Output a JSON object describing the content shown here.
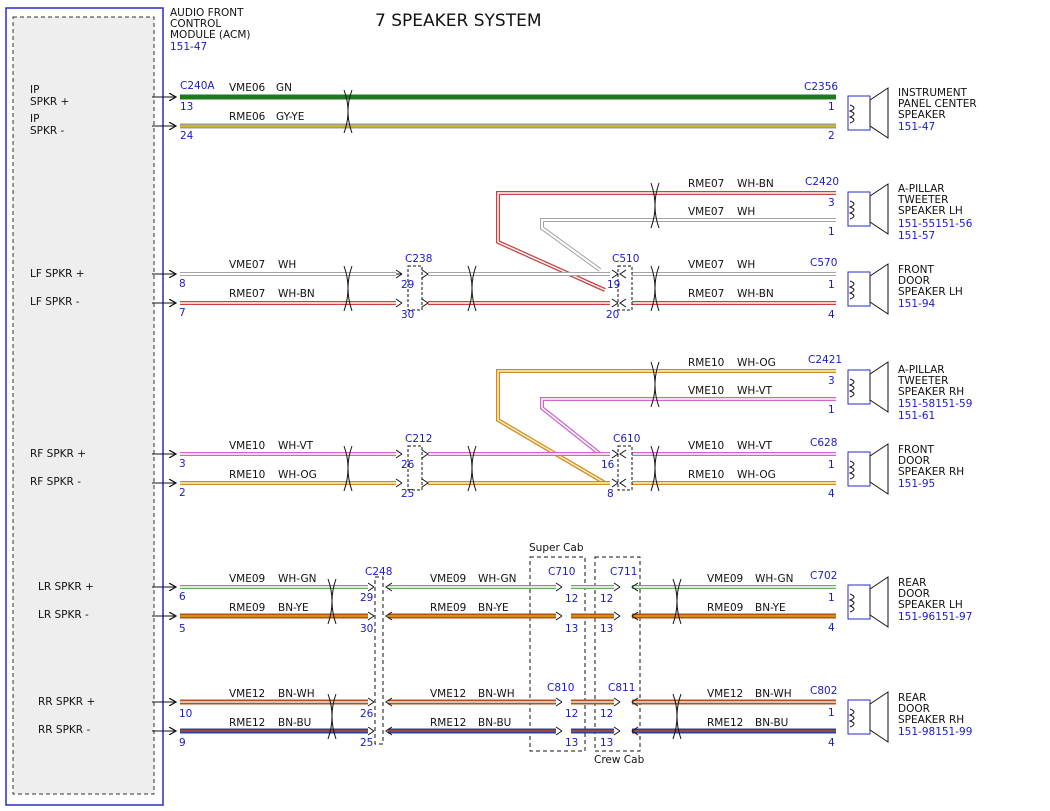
{
  "title": "7 SPEAKER SYSTEM",
  "module": {
    "lines": [
      "AUDIO FRONT",
      "CONTROL",
      "MODULE (ACM)"
    ],
    "ref": "151-47",
    "connector": "C240A",
    "pins": [
      {
        "label": [
          "IP",
          "SPKR +"
        ],
        "pin": "13"
      },
      {
        "label": [
          "IP",
          "SPKR -"
        ],
        "pin": "24"
      },
      {
        "label": [
          "LF SPKR +"
        ],
        "pin": "8"
      },
      {
        "label": [
          "LF SPKR -"
        ],
        "pin": "7"
      },
      {
        "label": [
          "RF SPKR +"
        ],
        "pin": "3"
      },
      {
        "label": [
          "RF SPKR -"
        ],
        "pin": "2"
      },
      {
        "label": [
          "LR SPKR +"
        ],
        "pin": "6"
      },
      {
        "label": [
          "LR SPKR -"
        ],
        "pin": "5"
      },
      {
        "label": [
          "RR SPKR +"
        ],
        "pin": "10"
      },
      {
        "label": [
          "RR SPKR -"
        ],
        "pin": "9"
      }
    ]
  },
  "colors": {
    "GN": "#1f7a1f",
    "GY": "#9a9a9a",
    "YE": "#e0c000",
    "WH": "#d8d8d8",
    "BN": "#a0522d",
    "OG": "#f2a03c",
    "VT": "#cc66cc",
    "BU": "#2f3fa0",
    "blue_text": "#1a1acc"
  },
  "wires": [
    {
      "circuit": "VME06",
      "color": "GN",
      "from_pin": "13",
      "to_connector": "C2356",
      "to_pin": "1"
    },
    {
      "circuit": "RME06",
      "color": "GY-YE",
      "from_pin": "24",
      "to_pin": "2"
    },
    {
      "circuit": "RME07",
      "color": "WH-BN",
      "to_connector": "C2420",
      "to_pin": "3"
    },
    {
      "circuit": "VME07",
      "color": "WH",
      "to_pin": "1"
    },
    {
      "circuit": "VME07",
      "color": "WH",
      "from_pin": "8",
      "inline": "C238",
      "inline_pin": "29",
      "splice": "C510",
      "splice_pin": "19",
      "to_connector": "C570",
      "to_pin": "1"
    },
    {
      "circuit": "RME07",
      "color": "WH-BN",
      "from_pin": "7",
      "inline_pin": "30",
      "splice_pin": "20",
      "to_pin": "4"
    },
    {
      "circuit": "RME10",
      "color": "WH-OG",
      "to_connector": "C2421",
      "to_pin": "3"
    },
    {
      "circuit": "VME10",
      "color": "WH-VT",
      "to_pin": "1"
    },
    {
      "circuit": "VME10",
      "color": "WH-VT",
      "from_pin": "3",
      "inline": "C212",
      "inline_pin": "26",
      "splice": "C610",
      "splice_pin": "16",
      "to_connector": "C628",
      "to_pin": "1"
    },
    {
      "circuit": "RME10",
      "color": "WH-OG",
      "from_pin": "2",
      "inline_pin": "25",
      "splice_pin": "8",
      "to_pin": "4"
    },
    {
      "circuit": "VME09",
      "color": "WH-GN",
      "from_pin": "6",
      "inline": "C248",
      "inline_pin": "29",
      "mid": "C710",
      "mid_pin": "12",
      "mid2": "C711",
      "mid2_pin": "12",
      "to_connector": "C702",
      "to_pin": "1"
    },
    {
      "circuit": "RME09",
      "color": "BN-YE",
      "from_pin": "5",
      "inline_pin": "30",
      "mid_pin": "13",
      "mid2_pin": "13",
      "to_pin": "4"
    },
    {
      "circuit": "VME12",
      "color": "BN-WH",
      "from_pin": "10",
      "inline_pin": "26",
      "mid": "C810",
      "mid_pin": "12",
      "mid2": "C811",
      "mid2_pin": "12",
      "to_connector": "C802",
      "to_pin": "1"
    },
    {
      "circuit": "RME12",
      "color": "BN-BU",
      "from_pin": "9",
      "inline_pin": "25",
      "mid_pin": "13",
      "mid2_pin": "13",
      "to_pin": "4"
    }
  ],
  "speakers": [
    {
      "lines": [
        "INSTRUMENT",
        "PANEL CENTER",
        "SPEAKER"
      ],
      "refs": [
        "151-47"
      ]
    },
    {
      "lines": [
        "A-PILLAR",
        "TWEETER",
        "SPEAKER LH"
      ],
      "refs": [
        "151-55151-56",
        "151-57"
      ]
    },
    {
      "lines": [
        "FRONT",
        "DOOR",
        "SPEAKER LH"
      ],
      "refs": [
        "151-94"
      ]
    },
    {
      "lines": [
        "A-PILLAR",
        "TWEETER",
        "SPEAKER RH"
      ],
      "refs": [
        "151-58151-59",
        "151-61"
      ]
    },
    {
      "lines": [
        "FRONT",
        "DOOR",
        "SPEAKER RH"
      ],
      "refs": [
        "151-95"
      ]
    },
    {
      "lines": [
        "REAR",
        "DOOR",
        "SPEAKER LH"
      ],
      "refs": [
        "151-96151-97"
      ]
    },
    {
      "lines": [
        "REAR",
        "DOOR",
        "SPEAKER RH"
      ],
      "refs": [
        "151-98151-99"
      ]
    }
  ],
  "cab_labels": {
    "super": "Super Cab",
    "crew": "Crew Cab"
  }
}
